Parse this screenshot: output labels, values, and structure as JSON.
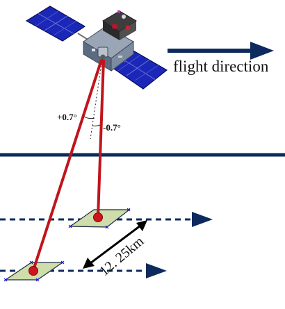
{
  "labels": {
    "flight_direction": "flight direction",
    "angle_forward": "+0.7°",
    "angle_backward": "-0.7°",
    "separation": "12. 25km"
  },
  "colors": {
    "navy": "#0c2a5e",
    "beam": "#c0141c",
    "footprint": "#cfdcab",
    "footprint_edge": "#1e2a40",
    "panel": "#1b27b8"
  },
  "icons": {
    "satellite": "satellite-icon",
    "arrow": "arrow-right-icon"
  }
}
